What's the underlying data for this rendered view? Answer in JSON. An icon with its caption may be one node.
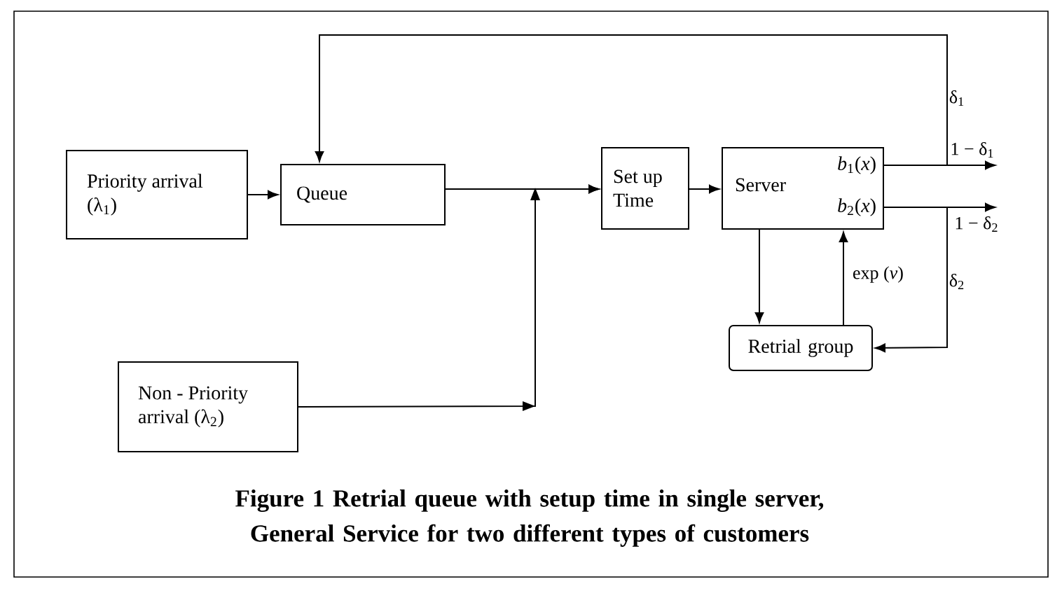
{
  "diagram": {
    "caption": "Figure 1 Retrial queue with setup time in single server, General Service for two different types of customers",
    "nodes": [
      {
        "text": [
          "Priority arrival (λ$_{1}$)"
        ]
      },
      {
        "text": [
          "Queue"
        ]
      },
      {
        "text": [
          "Set up Time"
        ]
      },
      {
        "text": [
          "Server",
          "*b*$_{1}$(*x*)",
          "*b*$_{2}$(*x*)"
        ]
      },
      {
        "text": [
          "Retrial group"
        ]
      },
      {
        "text": [
          "Non - Priority arrival (λ$_{2}$)"
        ]
      }
    ],
    "edges": [
      {
        "from": 0,
        "to": 1,
        "arrow": "to"
      },
      {
        "from": 1,
        "to": 2,
        "arrow": "to"
      },
      {
        "from": 5,
        "to": 2,
        "arrow": "to"
      },
      {
        "from": 2,
        "to": 3,
        "arrow": "to"
      },
      {
        "from": 3,
        "to": null,
        "arrow": "to",
        "label": "1 − δ$_{1}$"
      },
      {
        "from": 3,
        "to": null,
        "arrow": "to",
        "label": "1 − δ$_{2}$"
      },
      {
        "from": 3,
        "to": 1,
        "arrow": "to",
        "label": "δ$_{1}$"
      },
      {
        "from": 3,
        "to": 4,
        "arrow": "to",
        "label": "δ$_{2}$"
      },
      {
        "from": 3,
        "to": 4,
        "arrow": "to"
      },
      {
        "from": 4,
        "to": 3,
        "arrow": "to",
        "label": "exp (*v*)"
      }
    ]
  }
}
